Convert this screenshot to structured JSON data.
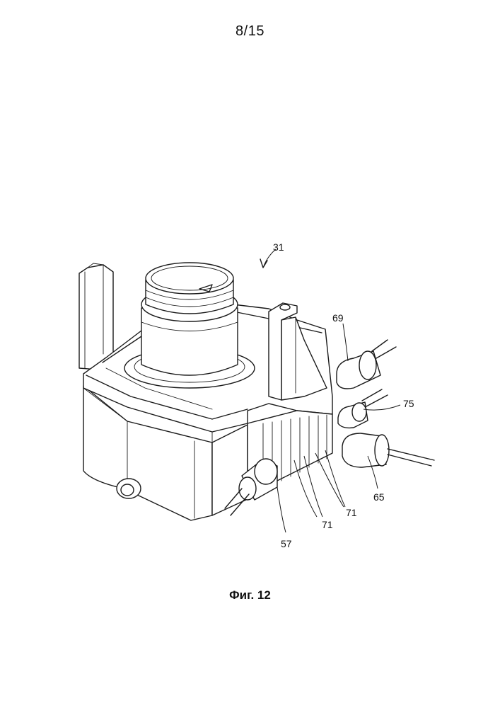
{
  "page": {
    "number": "8/15"
  },
  "figure": {
    "caption": "Фиг. 12"
  },
  "reference_labels": {
    "r31": "31",
    "r69": "69",
    "r75": "75",
    "r65": "65",
    "r71a": "71",
    "r71b": "71",
    "r57": "57"
  }
}
